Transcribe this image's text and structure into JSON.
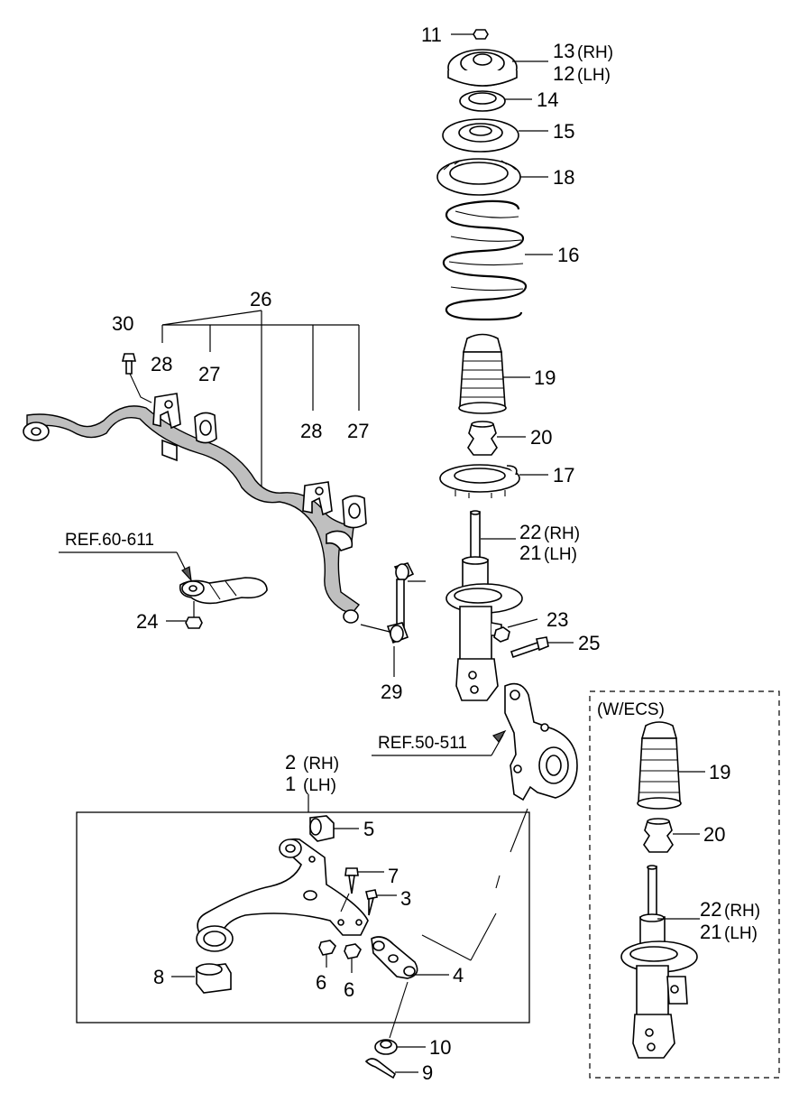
{
  "labels": {
    "p11": "11",
    "p13": "13",
    "p12": "12",
    "p14": "14",
    "p15": "15",
    "p18": "18",
    "p16": "16",
    "p19": "19",
    "p20": "20",
    "p17": "17",
    "p22": "22",
    "p21": "21",
    "p23": "23",
    "p25": "25",
    "p26": "26",
    "p30": "30",
    "p28a": "28",
    "p27a": "27",
    "p28b": "28",
    "p27b": "27",
    "p24": "24",
    "p29": "29",
    "p2": "2",
    "p1": "1",
    "p5": "5",
    "p7": "7",
    "p3": "3",
    "p8": "8",
    "p6a": "6",
    "p6b": "6",
    "p4": "4",
    "p10": "10",
    "p9": "9",
    "ecs19": "19",
    "ecs20": "20",
    "ecs22": "22",
    "ecs21": "21"
  },
  "sides": {
    "rh": "(RH)",
    "lh": "(LH)"
  },
  "refs": {
    "ref60": "REF.60-611",
    "ref50": "REF.50-511"
  },
  "ecs_box": {
    "title": "(W/ECS)"
  }
}
